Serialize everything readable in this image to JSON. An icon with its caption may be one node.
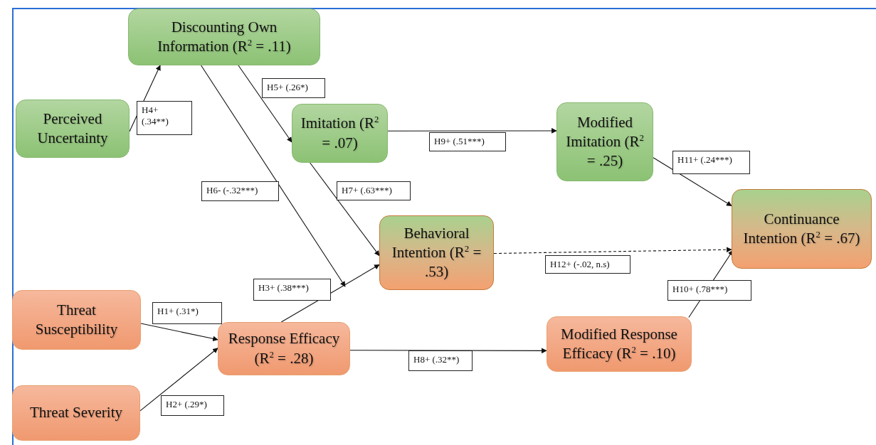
{
  "diagram": {
    "nodes": [
      {
        "text": [
          "Discounting Own Information (R$^{2}$ = .11)"
        ]
      },
      {
        "text": [
          "Perceived Uncertainty"
        ]
      },
      {
        "text": [
          "Imitation (R$^{2}$ = .07)"
        ]
      },
      {
        "text": [
          "Modified Imitation (R$^{2}$ = .25)"
        ]
      },
      {
        "text": [
          "Behavioral Intention (R$^{2}$ = .53)"
        ]
      },
      {
        "text": [
          "Continuance Intention (R$^{2}$ = .67)"
        ]
      },
      {
        "text": [
          "Threat Susceptibility"
        ]
      },
      {
        "text": [
          "Response Efficacy (R$^{2}$ = .28)"
        ]
      },
      {
        "text": [
          "Modified Response Efficacy (R$^{2}$ = .10)"
        ]
      },
      {
        "text": [
          "Threat Severity"
        ]
      }
    ],
    "edges": [
      {
        "from": 1,
        "to": 0,
        "arrow": "to",
        "label": "H4+ (.34**)"
      },
      {
        "from": 0,
        "to": 2,
        "arrow": "to",
        "label": "H5+ (.26*)"
      },
      {
        "from": 0,
        "to": null,
        "arrow": "to",
        "label": "H6- (-.32***)"
      },
      {
        "from": 2,
        "to": 4,
        "arrow": "to",
        "label": "H7+ (.63***)"
      },
      {
        "from": 2,
        "to": 3,
        "arrow": "to",
        "label": "H9+ (.51***)"
      },
      {
        "from": 3,
        "to": 5,
        "arrow": "to",
        "label": "H11+ (.24***)"
      },
      {
        "from": 4,
        "to": 5,
        "arrow": "to",
        "label": "H12+ (-.02, n.s)",
        "style": "dashed"
      },
      {
        "from": 8,
        "to": 5,
        "arrow": "to",
        "label": "H10+ (.78***)"
      },
      {
        "from": 7,
        "to": 4,
        "arrow": "to",
        "label": "H3+ (.38***)"
      },
      {
        "from": 6,
        "to": 7,
        "arrow": "to",
        "label": "H1+ (.31*)"
      },
      {
        "from": 9,
        "to": 7,
        "arrow": "to",
        "label": "H2+ (.29*)"
      },
      {
        "from": 7,
        "to": 8,
        "arrow": "to",
        "label": "H8+ (.32**)"
      }
    ]
  }
}
